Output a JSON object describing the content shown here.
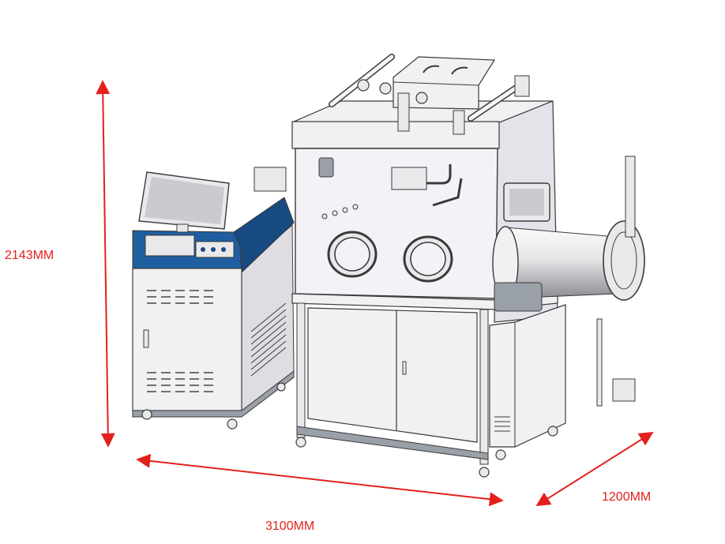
{
  "dimensions": {
    "height": "2143MM",
    "width": "3100MM",
    "depth": "1200MM"
  },
  "colors": {
    "dimension": "#e3211c",
    "line": "#3a3a3a",
    "body": "#f1f1f3",
    "body_shade": "#dedde2",
    "panel": "#e6e2ea",
    "glass": "#f4f2f6",
    "blue": "#1f5f9f",
    "blue_dark": "#174a80",
    "screen": "#c9cbd1",
    "frame": "#e9e9ec",
    "steel": "#9aa0a8"
  }
}
